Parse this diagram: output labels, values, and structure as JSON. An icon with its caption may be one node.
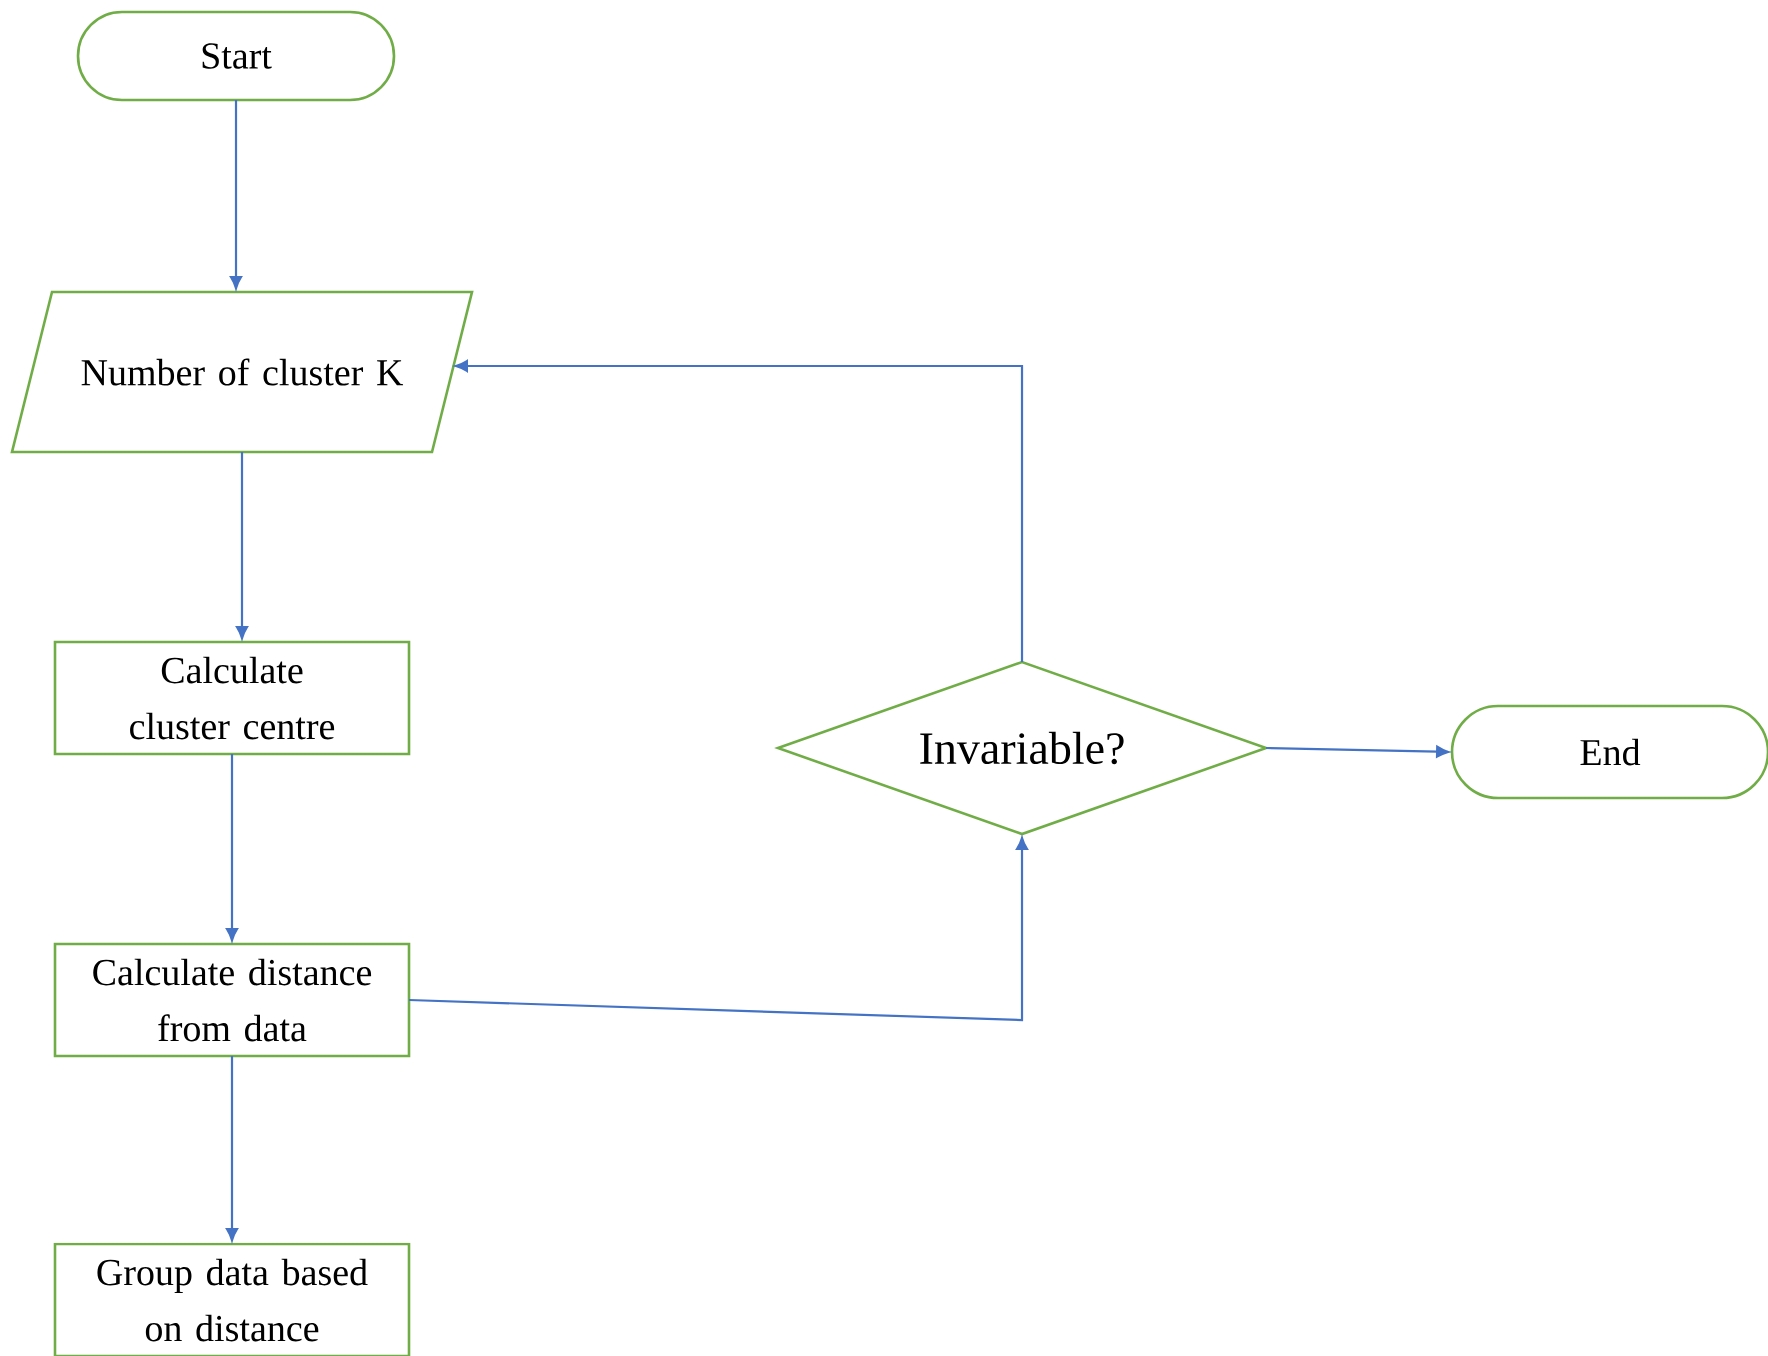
{
  "diagram": {
    "nodes": [
      {
        "text": [
          "Start"
        ]
      },
      {
        "text": [
          "Number of cluster K"
        ]
      },
      {
        "text": [
          "Calculate cluster centre"
        ]
      },
      {
        "text": [
          "Calculate distance from data"
        ]
      },
      {
        "text": [
          "Group data based on distance"
        ]
      },
      {
        "text": [
          "Invariable?"
        ]
      },
      {
        "text": [
          "End"
        ]
      }
    ],
    "edges": [
      {
        "from": 0,
        "to": 1,
        "arrow": "to"
      },
      {
        "from": 1,
        "to": 2,
        "arrow": "to"
      },
      {
        "from": 2,
        "to": 3,
        "arrow": "to"
      },
      {
        "from": 3,
        "to": 4,
        "arrow": "to"
      },
      {
        "from": 3,
        "to": 5,
        "arrow": "to"
      },
      {
        "from": 5,
        "to": 1,
        "arrow": "to"
      },
      {
        "from": 5,
        "to": 6,
        "arrow": "to"
      }
    ]
  }
}
